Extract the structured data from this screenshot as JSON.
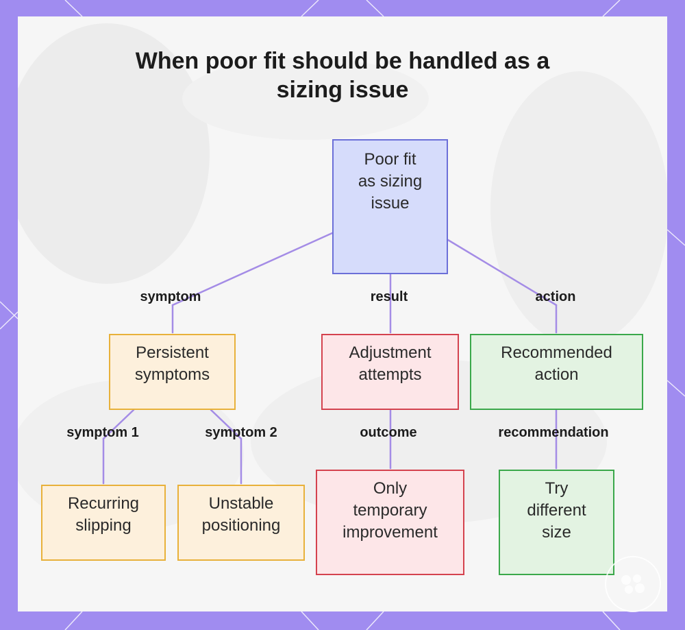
{
  "title_lines": [
    "When poor fit should be handled as a",
    "sizing issue"
  ],
  "nodes": {
    "root": [
      "Poor fit",
      "as sizing",
      "issue"
    ],
    "persistent": [
      "Persistent",
      "symptoms"
    ],
    "adjustment": [
      "Adjustment",
      "attempts"
    ],
    "recommended": [
      "Recommended",
      "action"
    ],
    "recurring": [
      "Recurring",
      "slipping"
    ],
    "unstable": [
      "Unstable",
      "positioning"
    ],
    "temporary": [
      "Only",
      "temporary",
      "improvement"
    ],
    "try_size": [
      "Try",
      "different",
      "size"
    ]
  },
  "edges": {
    "symptom": "symptom",
    "result": "result",
    "action": "action",
    "symptom1": "symptom 1",
    "symptom2": "symptom 2",
    "outcome": "outcome",
    "recommendation": "recommendation"
  },
  "colors": {
    "frame": "#a08cf0",
    "connector": "#a48ce6",
    "blue_fill": "#d6dcfb",
    "blue_border": "#6b6fd8",
    "orange_fill": "#fdf0dc",
    "orange_border": "#e8b13a",
    "red_fill": "#fde6e8",
    "red_border": "#d4424e",
    "green_fill": "#e3f3e2",
    "green_border": "#3aa84a"
  }
}
